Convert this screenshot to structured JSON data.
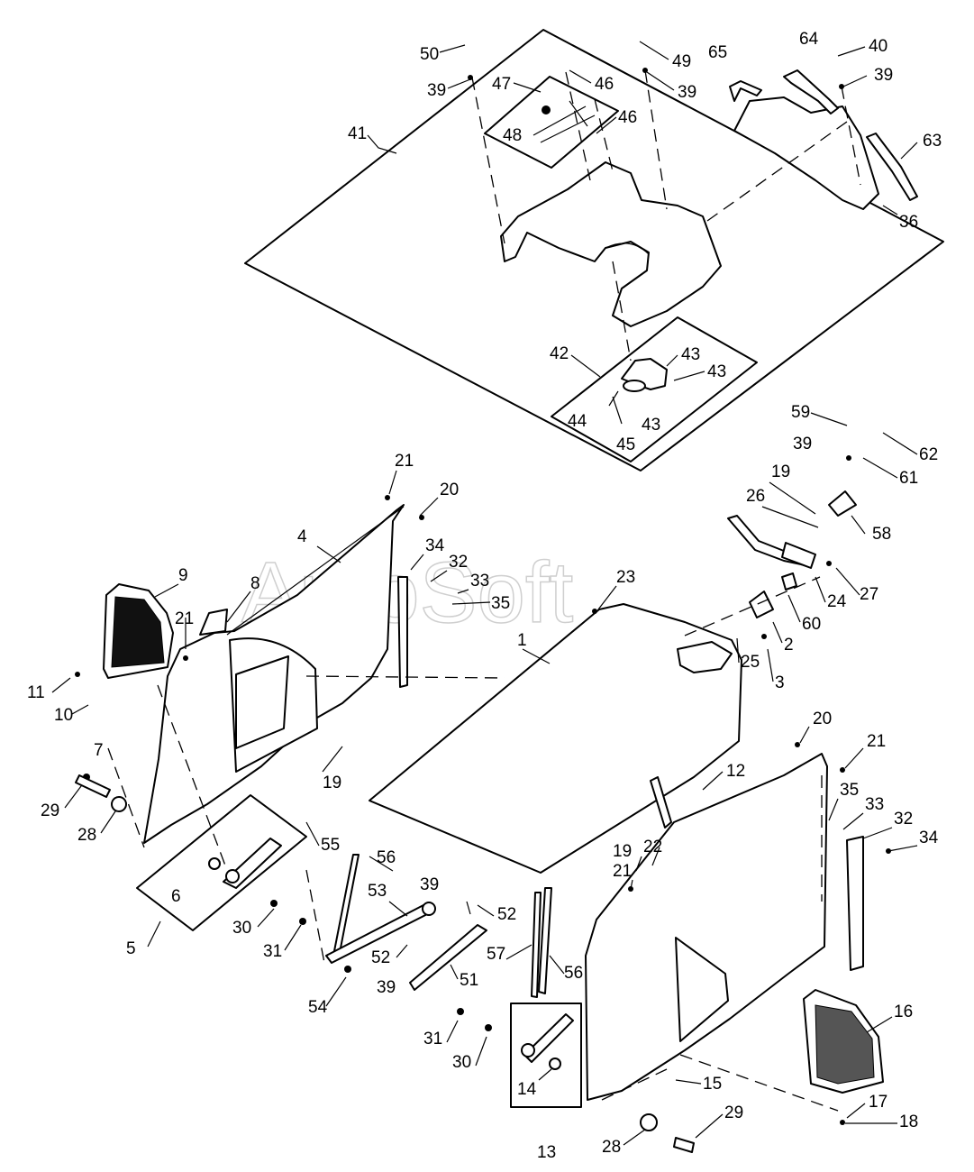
{
  "watermark": "AutoSoft",
  "callouts": [
    "50",
    "49",
    "65",
    "64",
    "40",
    "39",
    "39",
    "39",
    "47",
    "46",
    "46",
    "48",
    "41",
    "63",
    "36",
    "42",
    "43",
    "43",
    "43",
    "44",
    "45",
    "59",
    "39",
    "62",
    "61",
    "19",
    "26",
    "58",
    "24",
    "27",
    "60",
    "2",
    "25",
    "3",
    "21",
    "20",
    "4",
    "34",
    "32",
    "33",
    "35",
    "8",
    "9",
    "21",
    "11",
    "10",
    "7",
    "19",
    "23",
    "1",
    "29",
    "28",
    "6",
    "55",
    "5",
    "30",
    "31",
    "56",
    "53",
    "39",
    "52",
    "52",
    "39",
    "51",
    "54",
    "20",
    "21",
    "12",
    "35",
    "33",
    "32",
    "34",
    "22",
    "19",
    "21",
    "57",
    "56",
    "31",
    "30",
    "14",
    "13",
    "16",
    "15",
    "17",
    "18",
    "28",
    "29"
  ]
}
